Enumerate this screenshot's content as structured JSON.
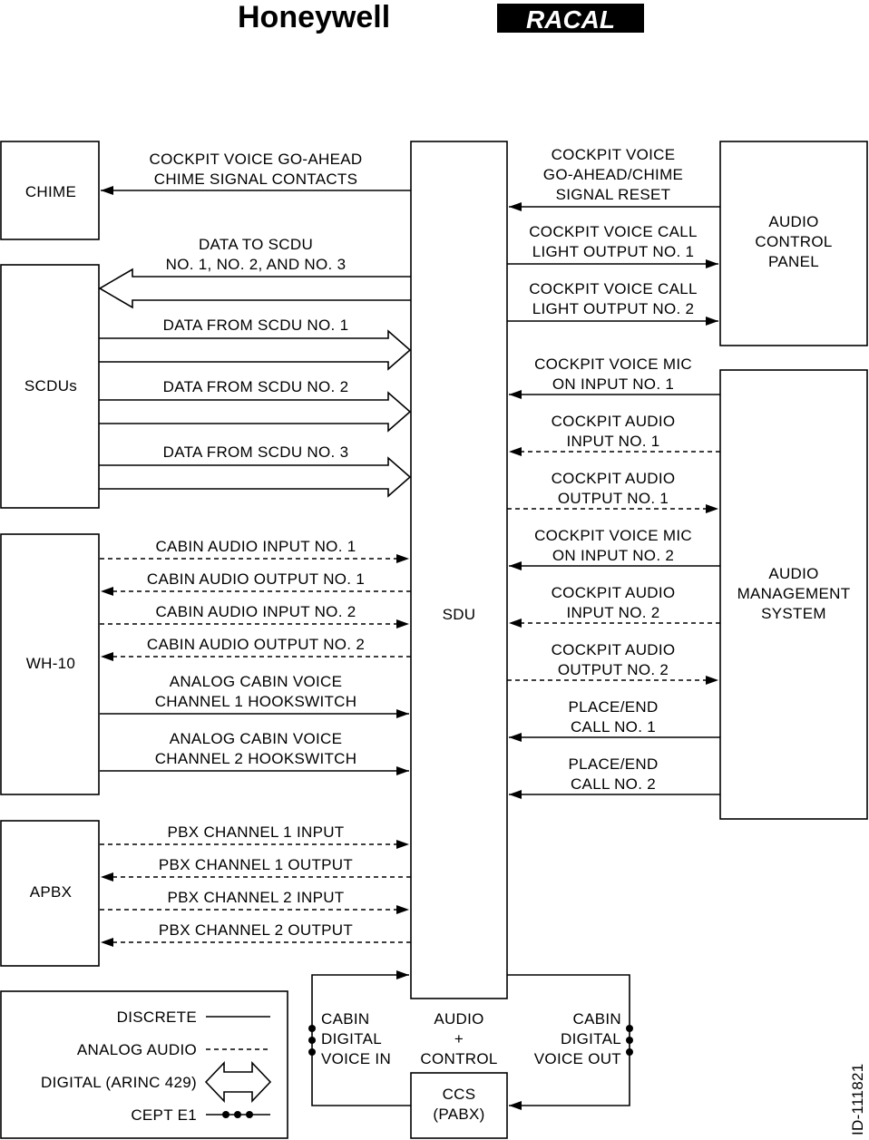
{
  "logos": {
    "left": "Honeywell",
    "right": "RACAL"
  },
  "figure_id": "ID-111821",
  "boxes": {
    "chime": "CHIME",
    "scdus": "SCDUs",
    "wh10": "WH-10",
    "apbx": "APBX",
    "sdu": "SDU",
    "acp": [
      "AUDIO",
      "CONTROL",
      "PANEL"
    ],
    "ams": [
      "AUDIO",
      "MANAGEMENT",
      "SYSTEM"
    ],
    "ccs": [
      "CCS",
      "(PABX)"
    ]
  },
  "signals": {
    "chime_contacts": [
      "COCKPIT VOICE GO-AHEAD",
      "CHIME SIGNAL CONTACTS"
    ],
    "data_to_scdu": [
      "DATA TO SCDU",
      "NO. 1, NO. 2, AND NO. 3"
    ],
    "data_from_1": "DATA FROM SCDU NO. 1",
    "data_from_2": "DATA FROM SCDU NO. 2",
    "data_from_3": "DATA FROM SCDU NO. 3",
    "cabin_in_1": "CABIN AUDIO INPUT NO. 1",
    "cabin_out_1": "CABIN AUDIO OUTPUT NO. 1",
    "cabin_in_2": "CABIN AUDIO INPUT NO. 2",
    "cabin_out_2": "CABIN AUDIO OUTPUT NO. 2",
    "hook_1": [
      "ANALOG CABIN VOICE",
      "CHANNEL 1 HOOKSWITCH"
    ],
    "hook_2": [
      "ANALOG CABIN VOICE",
      "CHANNEL 2 HOOKSWITCH"
    ],
    "pbx_in_1": "PBX CHANNEL 1 INPUT",
    "pbx_out_1": "PBX CHANNEL 1 OUTPUT",
    "pbx_in_2": "PBX CHANNEL 2 INPUT",
    "pbx_out_2": "PBX CHANNEL 2 OUTPUT",
    "reset": [
      "COCKPIT VOICE",
      "GO-AHEAD/CHIME",
      "SIGNAL RESET"
    ],
    "call_light_1": [
      "COCKPIT VOICE CALL",
      "LIGHT OUTPUT NO. 1"
    ],
    "call_light_2": [
      "COCKPIT VOICE CALL",
      "LIGHT OUTPUT NO. 2"
    ],
    "mic_1": [
      "COCKPIT VOICE MIC",
      "ON INPUT NO. 1"
    ],
    "audio_in_1": [
      "COCKPIT AUDIO",
      "INPUT NO. 1"
    ],
    "audio_out_1": [
      "COCKPIT AUDIO",
      "OUTPUT NO. 1"
    ],
    "mic_2": [
      "COCKPIT VOICE MIC",
      "ON INPUT NO. 2"
    ],
    "audio_in_2": [
      "COCKPIT AUDIO",
      "INPUT NO. 2"
    ],
    "audio_out_2": [
      "COCKPIT AUDIO",
      "OUTPUT NO. 2"
    ],
    "place_1": [
      "PLACE/END",
      "CALL NO. 1"
    ],
    "place_2": [
      "PLACE/END",
      "CALL NO. 2"
    ],
    "cabin_dig_in": [
      "CABIN",
      "DIGITAL",
      "VOICE IN"
    ],
    "audio_control": [
      "AUDIO",
      "+",
      "CONTROL"
    ],
    "cabin_dig_out": [
      "CABIN",
      "DIGITAL",
      "VOICE OUT"
    ]
  },
  "legend": {
    "discrete": "DISCRETE",
    "analog": "ANALOG AUDIO",
    "digital": "DIGITAL (ARINC 429)",
    "cept": "CEPT E1"
  }
}
